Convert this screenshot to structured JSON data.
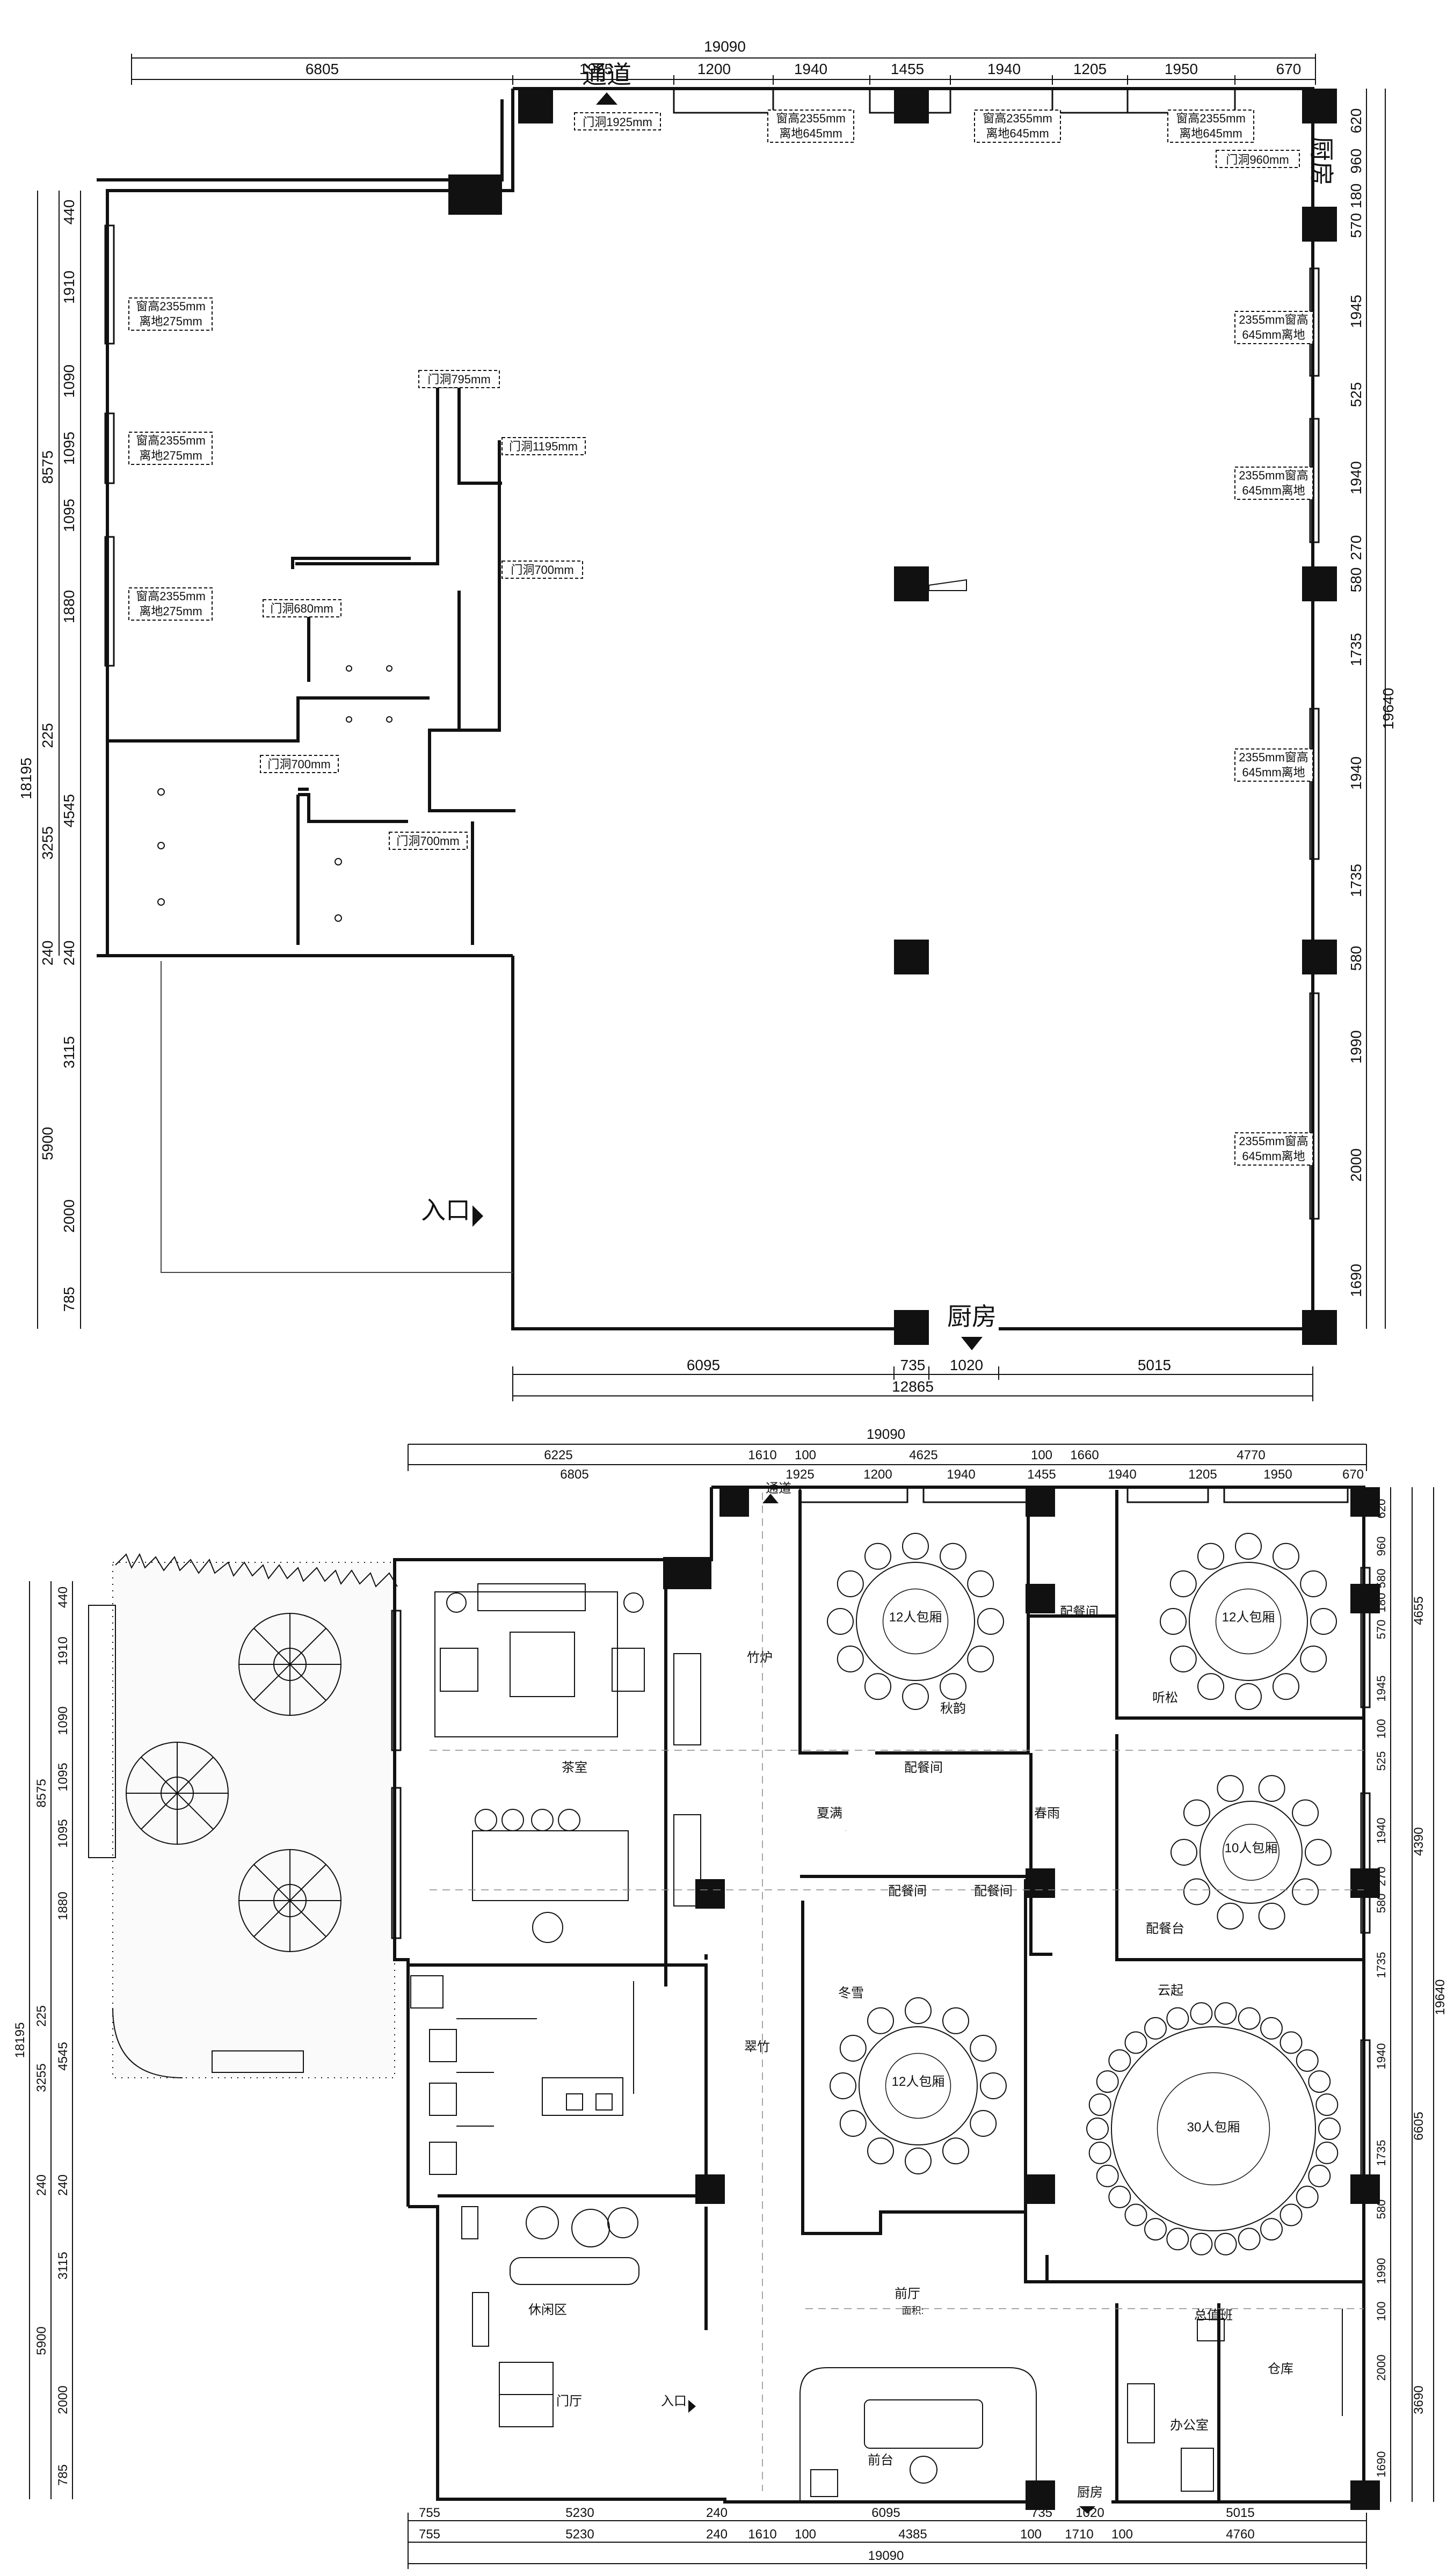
{
  "top_plan": {
    "labels": {
      "corridor": "通道",
      "entrance": "入口",
      "kitchen": "厨房",
      "kitchen_side": "厨房"
    },
    "top_dims": [
      "6805",
      "1925",
      "1200",
      "1940",
      "1455",
      "1940",
      "1205",
      "1950",
      "670"
    ],
    "top_total": "19090",
    "bottom_dims": [
      "6095",
      "735",
      "1020",
      "5015"
    ],
    "bottom_total": "12865",
    "left_total": "18195",
    "left_group": "8575",
    "left_dims": [
      "440",
      "1910",
      "1090",
      "1095",
      "1095",
      "1880",
      "225",
      "4545",
      "3255",
      "240",
      "240",
      "3115",
      "5900",
      "2000",
      "785"
    ],
    "right_total": "19640",
    "right_dims": [
      "620",
      "960",
      "180",
      "570",
      "1945",
      "525",
      "1940",
      "270",
      "580",
      "1735",
      "1940",
      "1735",
      "580",
      "1990",
      "2000",
      "1690"
    ],
    "window_notes": [
      "门洞1925mm",
      "窗高2355mm",
      "离地645mm",
      "窗高2355mm",
      "离地645mm",
      "窗高2355mm",
      "离地645mm",
      "门洞960mm",
      "2355mm窗高",
      "645mm离地",
      "2355mm窗高",
      "645mm离地",
      "2355mm窗高",
      "645mm离地",
      "2355mm窗高",
      "645mm离地",
      "窗高2355mm",
      "离地275mm",
      "窗高2355mm",
      "离地275mm",
      "窗高2355mm",
      "离地275mm",
      "门洞795mm",
      "门洞1195mm",
      "门洞700mm",
      "门洞680mm",
      "门洞700mm",
      "门洞700mm"
    ]
  },
  "bottom_plan": {
    "top_dims_row1": [
      "6225",
      "1610",
      "100",
      "4625",
      "100",
      "1660",
      "4770"
    ],
    "top_total": "19090",
    "top_dims_row2": [
      "6805",
      "1925",
      "1200",
      "1940",
      "1455",
      "1940",
      "1205",
      "1950",
      "670"
    ],
    "bottom_dims_row1": [
      "755",
      "5230",
      "240",
      "6095",
      "735",
      "1020",
      "5015"
    ],
    "bottom_dims_row2": [
      "755",
      "5230",
      "240",
      "1610",
      "100",
      "4385",
      "100",
      "1710",
      "100",
      "4760"
    ],
    "bottom_total": "19090",
    "left_total": "18195",
    "left_group": "8575",
    "left_dims": [
      "440",
      "1910",
      "1090",
      "1095",
      "1095",
      "1880",
      "225",
      "4545",
      "3255",
      "240",
      "240",
      "3115",
      "5900",
      "2000",
      "785"
    ],
    "right_total": "19640",
    "right_dims": [
      "620",
      "960",
      "580",
      "180",
      "570",
      "1945",
      "100",
      "525",
      "1940",
      "270",
      "580",
      "1735",
      "1940",
      "1735",
      "580",
      "1990",
      "100",
      "2000",
      "1690"
    ],
    "right_group": [
      "4655",
      "4390",
      "6605",
      "3690"
    ],
    "rooms": {
      "room12_a": "12人包厢",
      "room12_b": "12人包厢",
      "room10": "10人包厢",
      "room12_c": "12人包厢",
      "room30": "30人包厢",
      "tea": "茶室",
      "bamboo": "竹炉",
      "pantry1": "配餐间",
      "pantry2": "配餐间",
      "pantry3": "配餐间",
      "pantry4": "配餐间",
      "pantry_station": "配餐台",
      "chunyu": "春雨",
      "qiuyun": "秋韵",
      "xiaman": "夏满",
      "dongxue": "冬雪",
      "tingsong": "听松",
      "yunqi": "云起",
      "waiting": "休闲区",
      "foyer": "门厅",
      "hall": "前厅",
      "reception": "前台",
      "office": "办公室",
      "storage": "仓库",
      "corridor": "通道",
      "entrance": "入口",
      "kitchen": "厨房",
      "duty": "总值班",
      "side": "翠竹",
      "area_note": "面积:"
    }
  }
}
